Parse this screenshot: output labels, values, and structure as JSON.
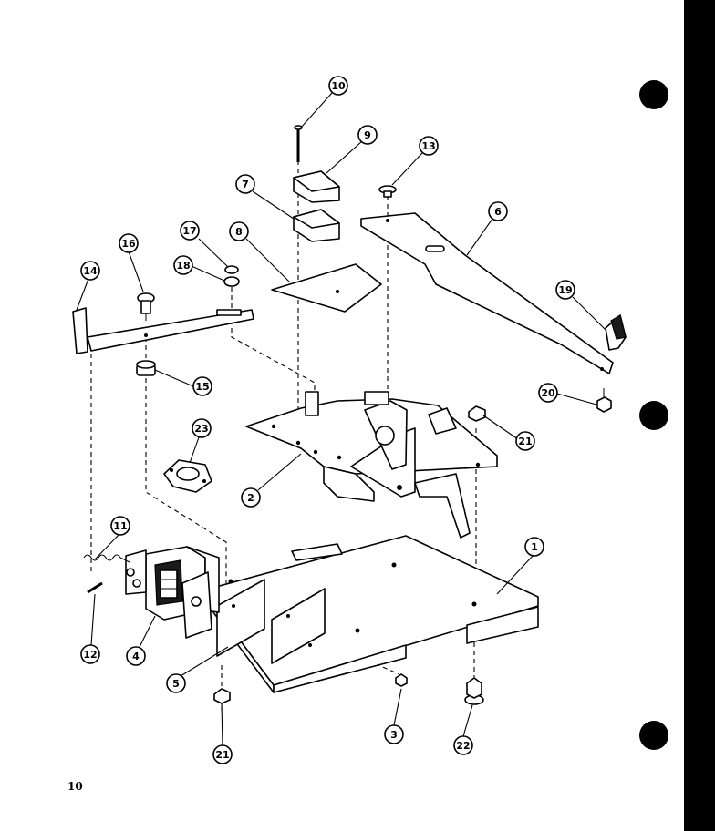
{
  "page": {
    "number": "10"
  },
  "callouts": [
    "1",
    "2",
    "3",
    "4",
    "5",
    "6",
    "7",
    "8",
    "9",
    "10",
    "11",
    "12",
    "13",
    "14",
    "15",
    "16",
    "17",
    "18",
    "19",
    "20",
    "21",
    "21",
    "22",
    "23"
  ]
}
